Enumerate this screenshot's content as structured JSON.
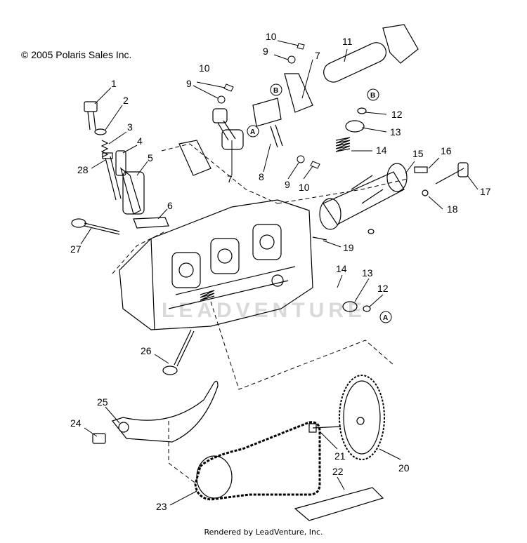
{
  "copyright": "© 2005 Polaris Sales Inc.",
  "footer": "Rendered by LeadVenture, Inc.",
  "watermark": "LEADVENTURE",
  "circle_letters": {
    "a1": "A",
    "a2": "A",
    "b1": "B",
    "b2": "B"
  },
  "callouts": {
    "c1": "1",
    "c2": "2",
    "c3": "3",
    "c4": "4",
    "c5": "5",
    "c6": "6",
    "c7a": "7",
    "c7b": "7",
    "c8": "8",
    "c9a": "9",
    "c9b": "9",
    "c9c": "9",
    "c10a": "10",
    "c10b": "10",
    "c10c": "10",
    "c11": "11",
    "c12a": "12",
    "c12b": "12",
    "c13a": "13",
    "c13b": "13",
    "c14a": "14",
    "c14b": "14",
    "c15": "15",
    "c16": "16",
    "c17": "17",
    "c18": "18",
    "c19": "19",
    "c20": "20",
    "c21": "21",
    "c22": "22",
    "c23": "23",
    "c24": "24",
    "c25": "25",
    "c26": "26",
    "c27": "27",
    "c28": "28"
  }
}
